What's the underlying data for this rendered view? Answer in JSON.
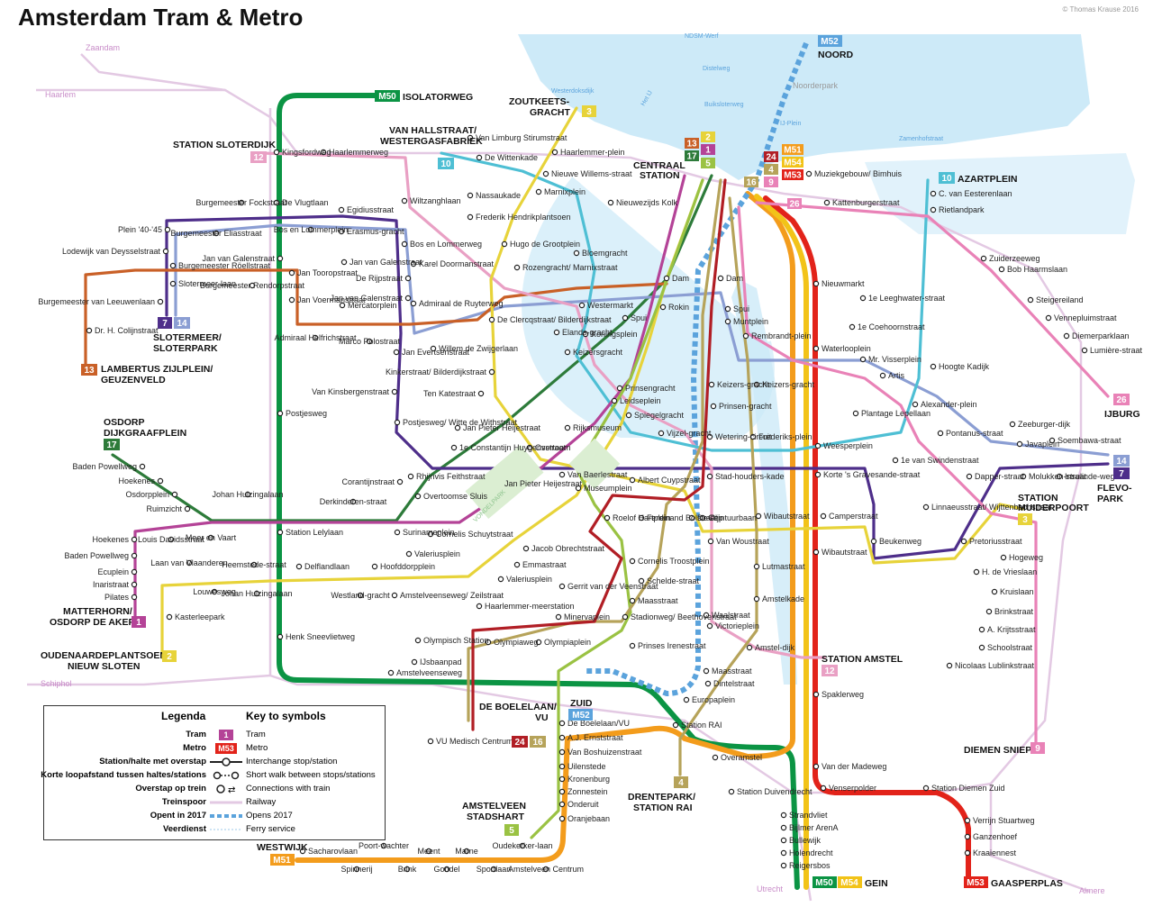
{
  "title": "Amsterdam Tram & Metro",
  "credit": "© Thomas Krause 2016",
  "colors": {
    "l1": "#b44397",
    "l2": "#e7d33a",
    "l3": "#e39d29",
    "l4": "#b6a35a",
    "l5": "#9ac243",
    "l7": "#4e2e8a",
    "l9": "#e982b7",
    "l10": "#4ebfd4",
    "l12": "#e9a0c4",
    "l13": "#c96027",
    "l14": "#8b9ed3",
    "l17": "#2d7b3a",
    "l24": "#b11e25",
    "l26": "#e982b7",
    "M50": "#0b9444",
    "M51": "#f39c1c",
    "M52": "#5ba3dc",
    "M53": "#e2231a",
    "M54": "#f2c318",
    "water": "#cdeaf8",
    "rail": "#e3c9e3"
  },
  "terminals": {
    "isolatorweg": {
      "badge": "M50",
      "name": "ISOLATORWEG"
    },
    "noord": {
      "badge": "M52",
      "name": "NOORD"
    },
    "zoutkeetsgracht": {
      "line1": "ZOUTKEETS-",
      "line2": "GRACHT",
      "badge": "3"
    },
    "vanhallstraat": {
      "line1": "VAN HALLSTRAAT/",
      "line2": "WESTERGASFABRIEK",
      "badge": "10"
    },
    "sloterdijk": {
      "name": "STATION SLOTERDIJK",
      "badge": "12"
    },
    "centraal": {
      "line1": "CENTRAAL",
      "line2": "STATION"
    },
    "azartplein": {
      "badge": "10",
      "name": "AZARTPLEIN"
    },
    "slotermeer": {
      "line1": "SLOTERMEER/",
      "line2": "SLOTERPARK",
      "badges": [
        "7",
        "14"
      ]
    },
    "lambertus": {
      "line1": "LAMBERTUS ZIJLPLEIN/",
      "line2": "GEUZENVELD",
      "badge": "13"
    },
    "osdorp": {
      "line1": "OSDORP",
      "line2": "DIJKGRAAFPLEIN",
      "badge": "17"
    },
    "ijburg": {
      "badge": "26",
      "name": "IJBURG"
    },
    "flevopark": {
      "line1": "FLEVO-",
      "line2": "PARK",
      "badges": [
        "14",
        "7"
      ]
    },
    "muiderpoort": {
      "line1": "STATION",
      "line2": "MUIDERPOORT",
      "badge": "3"
    },
    "matterhorn": {
      "line1": "MATTERHORN/",
      "line2": "OSDORP DE AKER",
      "badge": "1"
    },
    "oudenaarde": {
      "line1": "OUDENAARDEPLANTSOEN/",
      "line2": "NIEUW SLOTEN",
      "badge": "2"
    },
    "amstel": {
      "name": "STATION AMSTEL",
      "badge": "12"
    },
    "zuid": {
      "name": "ZUID",
      "badge": "M52"
    },
    "boelelaan": {
      "line1": "DE BOELELAAN/",
      "line2": "VU",
      "badges": [
        "24",
        "16"
      ]
    },
    "diemensniep": {
      "name": "DIEMEN SNIEP",
      "badge": "9"
    },
    "drentepark": {
      "line1": "DRENTEPARK/",
      "line2": "STATION RAI",
      "badge": "4"
    },
    "amstelveen": {
      "line1": "AMSTELVEEN",
      "line2": "STADSHART",
      "badge": "5"
    },
    "westwijk": {
      "name": "WESTWIJK",
      "badge": "M51"
    },
    "gein": {
      "badges": [
        "M50",
        "M54"
      ],
      "name": "GEIN"
    },
    "gaasperplas": {
      "badge": "M53",
      "name": "GAASPERPLAS"
    }
  },
  "centraal_badges": [
    "13",
    "1",
    "17",
    "5",
    "2",
    "16",
    "9"
  ],
  "metro_badges": [
    "24",
    "M51",
    "4",
    "M54",
    "M53",
    "26"
  ],
  "place_labels": {
    "zaandam": "Zaandam",
    "haarlem": "Haarlem",
    "schiphol": "Schiphol",
    "utrecht": "Utrecht",
    "almere": "Almere",
    "noorderpark": "Noorderpark",
    "ij": "Het IJ",
    "ndsm": "NDSM-Werf",
    "ijplein": "IJ-Plein",
    "zamenhofstraat": "Zamenhofstraat",
    "distelweg": "Distelweg",
    "buiksloterweg": "Buiksloterweg",
    "westerdoksdijk": "Westerdoksdijk",
    "vondelpark": "VONDELPARK",
    "museumplein": "MUSEUM-PLEIN"
  },
  "stops": {
    "kingsfordweg": "Kingsfordweg",
    "haarlemmerweg": "Haarlemmerweg",
    "devlugtlaan": "De Vlugtlaan",
    "egidiusstraat": "Egidiusstraat",
    "wiltzanghlaan": "Wiltzanghlaan",
    "bfockstraat": "Burgemeester Fockstraat",
    "plein4045": "Plein '40-'45",
    "beliasstraat": "Burgemeester Eliasstraat",
    "boslommerplein": "Bos en Lommerplein",
    "erasmusgracht": "Erasmus-gracht",
    "bosenlommerweg": "Bos en Lommerweg",
    "lodewijk": "Lodewijk van Deysselstraat",
    "broellstraat": "Burgemeester Röellstraat",
    "slotermeerlaan": "Slotermeer-laan",
    "brendorp": "Burgemeester Rendorpstraat",
    "jvgalenstraat": "Jan van Galenstraat",
    "jtooropstraat": "Jan Tooropstraat",
    "jvgalenstraat2": "Jan van Galenstraat",
    "kdoorman": "Karel Doormanstraat",
    "derijpstraat": "De Rijpstraat",
    "jvgalen3": "Jan van Galenstraat",
    "bvleeuwenlaan": "Burgemeester van Leeuwenlaan",
    "jvoermanstraat": "Jan Voermanstraat",
    "mercatorplein": "Mercatorplein",
    "admiraaldr": "Admiraal de Ruyterweg",
    "drhcolijn": "Dr. H. Colijnstraat",
    "admhelfrich": "Admiraal Helfrichstraat",
    "marcopolo": "Marco Polostraat",
    "jevertsen": "Jan Evertsenstraat",
    "willemzwijger": "Willem de Zwijgerlaan",
    "kinkerstraat": "Kinkerstraat/ Bilderdijkstraat",
    "tenkatestraat": "Ten Katestraat",
    "vankinsbergen": "Van Kinsbergenstraat",
    "postjesweg": "Postjesweg",
    "postjeswitte": "Postjesweg/ Witte de Withstraat",
    "janpheijestraat": "Jan Pieter Heijestraat",
    "constantijn": "1e Constantijn Huygensstraat",
    "overtoom": "Overtoom",
    "rijksmuseum": "Rijksmuseum",
    "corantijnstraat": "Corantijnstraat",
    "rhijnvis": "Rhijnvis Feithstraat",
    "derkinderen": "Derkinderen-straat",
    "overtoomsesluis": "Overtoomse Sluis",
    "janpheije2": "Jan Pieter Heijestraat",
    "johanhuizinga": "Johan Huizingalaan",
    "stationlelylaan": "Station Lelylaan",
    "surinameplein": "Surinameplein",
    "meerenvaart": "Meer en Vaart",
    "baden": "Baden Powellweg",
    "hoekenes": "Hoekenes",
    "osdorpplein": "Osdorpplein",
    "ruimzicht": "Ruimzicht",
    "louisdavids": "Louis Davidsstraat",
    "hoekenes2": "Hoekenes",
    "baden2": "Baden Powellweg",
    "ecuplein": "Ecuplein",
    "inaristraat": "Inaristraat",
    "pilatesstraat": "Pilates",
    "laanvvlaanderen": "Laan van Vlaanderen",
    "heemstede": "Heemstede-straat",
    "delflandlaan": "Delflandlaan",
    "hoofddorpplein": "Hoofddorpplein",
    "louwesweg": "Louwesweg",
    "johanhuizinga2": "Johan Huizingalaan",
    "westlandgracht": "Westland-gracht",
    "amstelveenseweg": "Amstelveenseweg/ Zeilstraat",
    "kasterleepark": "Kasterleepark",
    "valeriusplein": "Valeriusplein",
    "corneliss": "Cornelis Schuytstraat",
    "hennysneevliet": "Henk Sneevlietweg",
    "olympischstation": "Olympisch Station",
    "ijsbaanpad": "IJsbaanpad",
    "amstelveenseweg2": "Amstelveenseweg",
    "olympiaweg": "Olympiaweg",
    "olympiaplein": "Olympiaplein",
    "haarlemmermeer": "Haarlemmer-meerstation",
    "jacobobrecht": "Jacob Obrechtstraat",
    "emmastraat": "Emmastraat",
    "valeriusplein2": "Valeriusplein",
    "gerritvdveen": "Gerrit van der Veenstraat",
    "minervaplein": "Minervaplein",
    "stadionweg": "Stadionweg/ Beethovenstraat",
    "princesirene": "Prinses Irenestraat",
    "vanbaerle": "Van Baerlestraat",
    "museumplein": "Museumplein",
    "roelofhart": "Roelof Hartplein",
    "ferdbol": "Ferdinand Bolstraat",
    "depijp": "De Pijp",
    "albertcuyp": "Albert Cuypstraat",
    "wiebautstraat": "Wibautstraat",
    "vanwoustraat": "Van Woustraat",
    "ceintuurbaan": "Ceintuurbaan",
    "camperstraat": "Camperstraat",
    "wibautstraat2": "Wibautstraat",
    "beukenweg": "Beukenweg",
    "corneliskruso": "Cornelis Troostplein",
    "scheldestraat": "Schelde-straat",
    "maasstraat": "Maasstraat",
    "waalstraat": "Waalstraat",
    "victorieplein": "Victorieplein",
    "lutmastraat": "Lutmastraat",
    "amstelkade": "Amstelkade",
    "amsteldijk": "Amstel-dijk",
    "maasstraat2": "Maasstraat",
    "dintelstraat": "Dintelstraat",
    "europaplein": "Europaplein",
    "stationrai": "Station RAI",
    "overamstel": "Overamstel",
    "vandermadeweg": "Van der Madeweg",
    "venserpolder": "Venserpolder",
    "stationdiemenzuid": "Station Diemen Zuid",
    "stationduivendrecht": "Station Duivendrecht",
    "strandvliet": "Strandvliet",
    "bijlmerarena": "Bijlmer ArenA",
    "bullewijk": "Bullewijk",
    "holendrecht": "Holendrecht",
    "reigersbos": "Reigersbos",
    "verrijnstuart": "Verrijn Stuartweg",
    "ganzenhoef": "Ganzenhoef",
    "kraaiennest": "Kraaiennest",
    "deboelelaanvu": "De Boelelaan/VU",
    "ajernst": "A.J. Ernststraat",
    "vanboshuizen": "Van Boshuizenstraat",
    "uilenstede": "Uilenstede",
    "kronenburg": "Kronenburg",
    "zonnestein": "Zonnestein",
    "onderuit": "Onderuit",
    "oranjebaan": "Oranjebaan",
    "vumedisch": "VU Medisch Centrum",
    "oudekerkerlaan": "Oudekerker-laan",
    "sacharovlaan": "Sacharovlaan",
    "poortwachter": "Poort-wachter",
    "meent": "Meent",
    "marne": "Marne",
    "spinnerij": "Spinnerij",
    "brink": "Brink",
    "gondel": "Gondel",
    "sportlaan": "Sportlaan",
    "amstelveencentrum": "Amstelveen Centrum",
    "vanlimburg": "Van Limburg Stirumstraat",
    "dewittenkade": "De Wittenkade",
    "haarlemmerplein": "Haarlemmer-plein",
    "nieuwewillems": "Nieuwe Willems-straat",
    "nassaukade": "Nassaukade",
    "marnixplein": "Marnixplein",
    "frederikhendrik": "Frederik Hendrikplantsoen",
    "hugodegroot": "Hugo de Grootplein",
    "bloemgracht": "Bloemgracht",
    "rozengracht": "Rozengracht/ Marnixstraat",
    "westermarkt": "Westermarkt",
    "nieuwezijds": "Nieuwezijds Kolk",
    "dam": "Dam",
    "dam2": "Dam",
    "spui": "Spui",
    "spui2": "Spui",
    "rokin": "Rokin",
    "muntplein": "Muntplein",
    "rembrandtplein": "Rembrandt-plein",
    "declerq": "De Clercqstraat/ Bilderdijkstraat",
    "elandsgracht": "Elands-gracht",
    "koningsplein": "Koningsplein",
    "keizersgracht": "Keizersgracht",
    "prinsengracht": "Prinsengracht",
    "leidseplein": "Leidseplein",
    "spiegelgracht": "Spiegelgracht",
    "vijzelgracht": "Vijzel-gracht",
    "keizersgr2": "Keizers-gracht",
    "keizersgr3": "Keizers-gracht",
    "prinsengr2": "Prinsen-gracht",
    "weteringcircuit": "Wetering-circuit",
    "frederiksplein": "Frederiks-plein",
    "stadhouderskade": "Stad-houders-kade",
    "weesperplein": "Weesperplein",
    "waterlooplein": "Waterlooplein",
    "nieuwmarkt": "Nieuwmarkt",
    "muziekgebouw": "Muziekgebouw/ Bimhuis",
    "kattenburgerstraat": "Kattenburgerstraat",
    "cvaneesteren": "C. van Eesterenlaan",
    "rietlandpark": "Rietlandpark",
    "zuiderzeeweg": "Zuiderzeeweg",
    "bobhaarms": "Bob Haarmslaan",
    "steigereiland": "Steigereiland",
    "vennepluim": "Vennepluimstraat",
    "diemerpark": "Diemerparklaan",
    "lumiere": "Lumière-straat",
    "leeghwater": "1e Leeghwater-straat",
    "coehoorn": "1e Coehoornstraat",
    "mrvisser": "Mr. Visserplein",
    "artis": "Artis",
    "plantagelepellaan": "Plantage Lepellaan",
    "hoogtekadijk": "Hoogte Kadijk",
    "alexanderplein": "Alexander-plein",
    "zeeburgerdijk": "Zeeburger-dijk",
    "pontanusstraat": "Pontanus-straat",
    "javaplein": "Javaplein",
    "soembawastraat": "Soembawa-straat",
    "swindenstraat": "1e van Swindenstraat",
    "korte": "Korte 's Gravesande-straat",
    "dapperstraat": "Dapper-straat",
    "molukken": "Molukken-straat",
    "insulinde": "Insulinde-weg",
    "linnaeus": "Linnaeusstraat/ Wijttenbachstraat",
    "pretorius": "Pretoriusstraat",
    "hogeweg": "Hogeweg",
    "hdevrieslaan": "H. de Vrieslaan",
    "kruislaan": "Kruislaan",
    "brinkstraat": "Brinkstraat",
    "akrijtsstraat": "A. Krijtsstraat",
    "schoolstraat": "Schoolstraat",
    "nicolaaslublink": "Nicolaas Lublinkstraat",
    "spaklerweg": "Spaklerweg"
  },
  "legend": {
    "title_nl": "Legenda",
    "title_en": "Key to symbols",
    "rows": [
      {
        "nl": "Tram",
        "en": "Tram",
        "badge": "1"
      },
      {
        "nl": "Metro",
        "en": "Metro",
        "badge": "M53"
      },
      {
        "nl": "Station/halte met overstap",
        "en": "Interchange stop/station"
      },
      {
        "nl": "Korte loopafstand tussen haltes/stations",
        "en": "Short walk between stops/stations"
      },
      {
        "nl": "Overstap op trein",
        "en": "Connections with train"
      },
      {
        "nl": "Treinspoor",
        "en": "Railway"
      },
      {
        "nl": "Opent in 2017",
        "en": "Opens 2017"
      },
      {
        "nl": "Veerdienst",
        "en": "Ferry service"
      }
    ]
  }
}
